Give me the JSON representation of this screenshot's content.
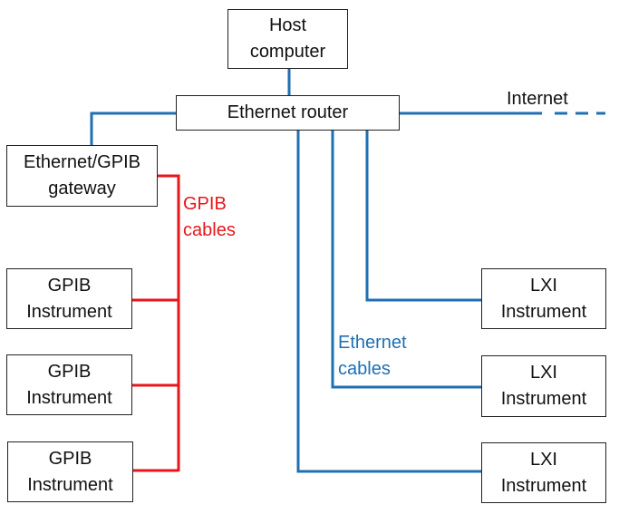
{
  "nodes": {
    "host": [
      "Host",
      "computer"
    ],
    "router": [
      "Ethernet router"
    ],
    "gateway": [
      "Ethernet/GPIB",
      "gateway"
    ],
    "gpib1": [
      "GPIB",
      "Instrument"
    ],
    "gpib2": [
      "GPIB",
      "Instrument"
    ],
    "gpib3": [
      "GPIB",
      "Instrument"
    ],
    "lxi1": [
      "LXI",
      "Instrument"
    ],
    "lxi2": [
      "LXI",
      "Instrument"
    ],
    "lxi3": [
      "LXI",
      "Instrument"
    ]
  },
  "labels": {
    "internet": "Internet",
    "gpib_cables": [
      "GPIB",
      "cables"
    ],
    "ethernet_cables": [
      "Ethernet",
      "cables"
    ]
  },
  "colors": {
    "ethernet": "#1f6fb4",
    "gpib": "#e8161b",
    "border": "#222222"
  }
}
